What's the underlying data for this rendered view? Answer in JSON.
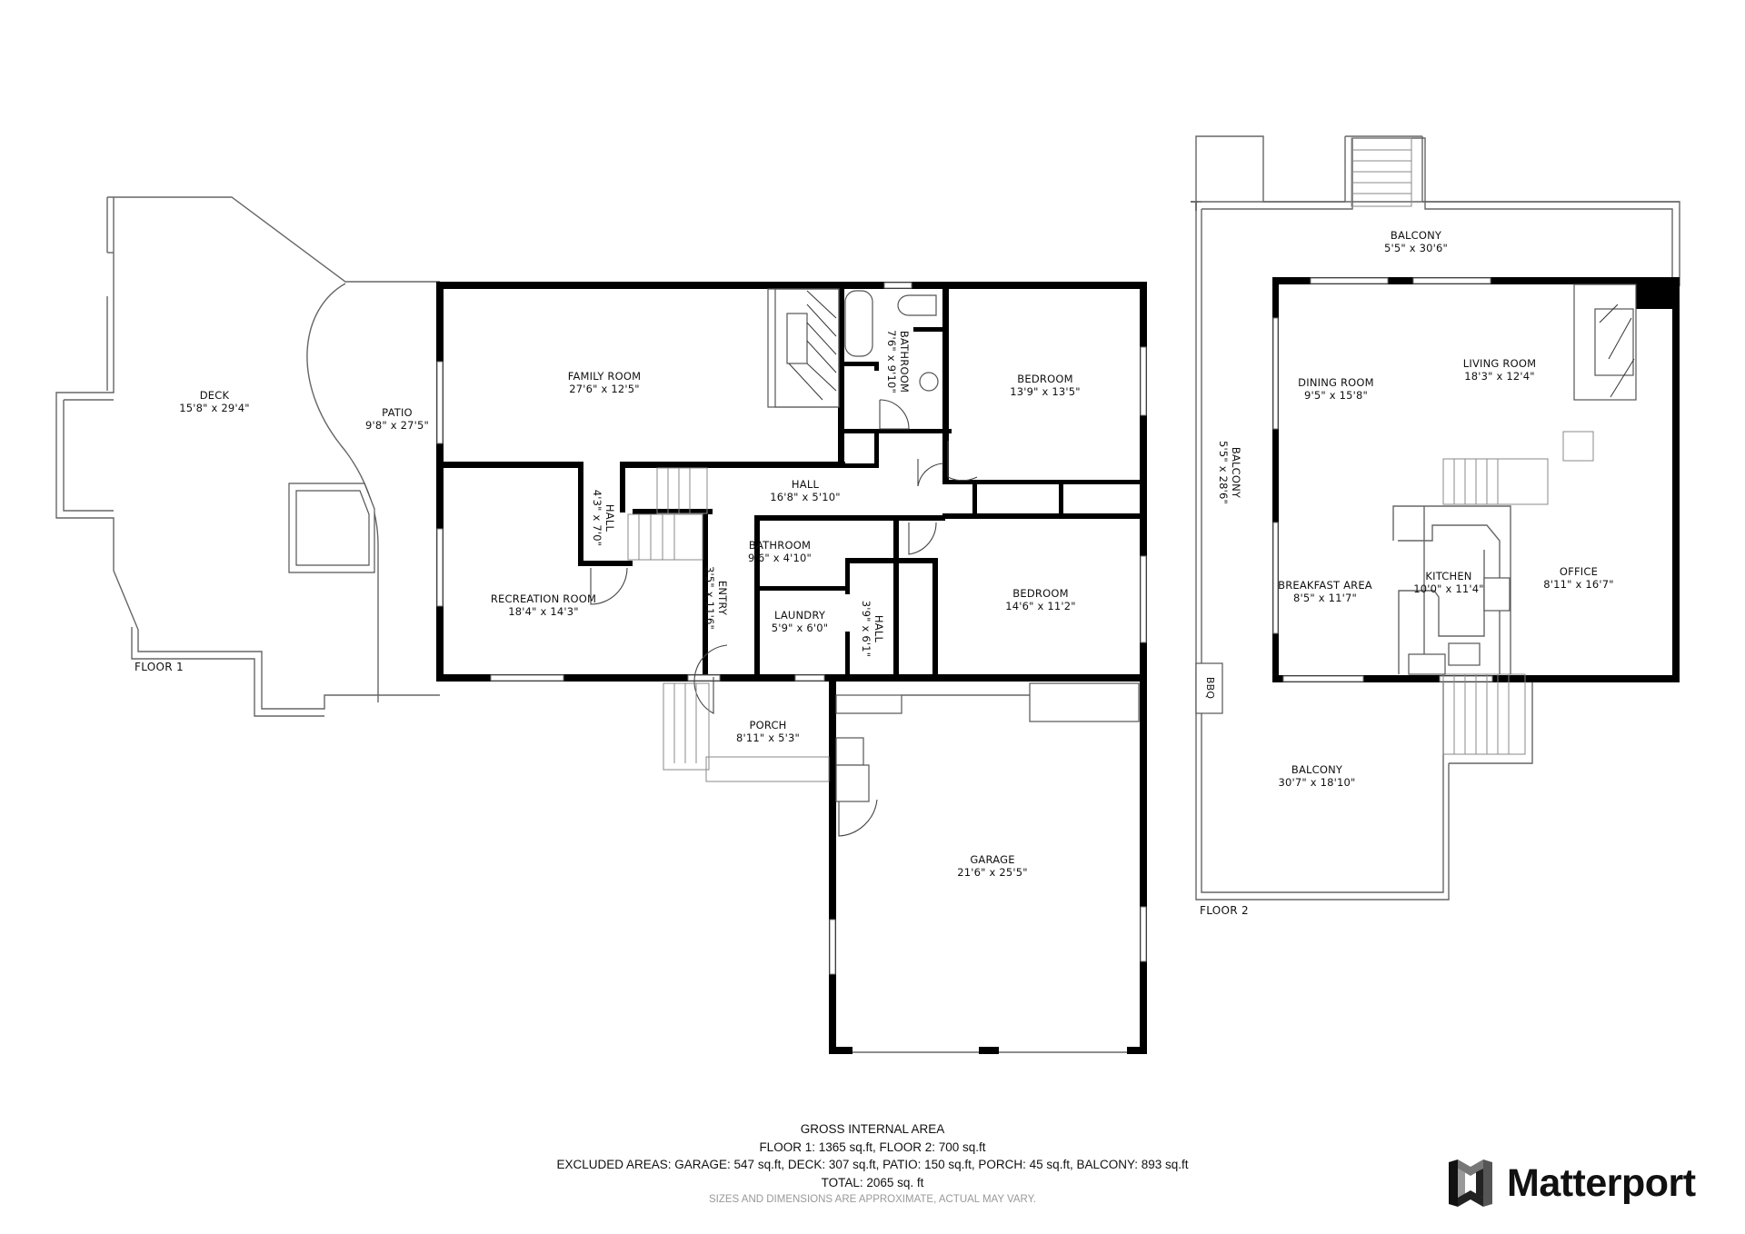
{
  "floor1": {
    "label": "FLOOR 1",
    "rooms": [
      {
        "name": "DECK",
        "dims": "15'8\" x 29'4\""
      },
      {
        "name": "PATIO",
        "dims": "9'8\" x 27'5\""
      },
      {
        "name": "FAMILY ROOM",
        "dims": "27'6\" x 12'5\""
      },
      {
        "name": "BATHROOM",
        "dims": "7'6\" x 9'10\""
      },
      {
        "name": "BEDROOM",
        "dims": "13'9\" x 13'5\""
      },
      {
        "name": "HALL",
        "dims": "16'8\" x 5'10\""
      },
      {
        "name": "HALL",
        "dims": "4'3\" x 7'0\""
      },
      {
        "name": "RECREATION ROOM",
        "dims": "18'4\" x 14'3\""
      },
      {
        "name": "ENTRY",
        "dims": "3'5\" x 11'6\""
      },
      {
        "name": "BATHROOM",
        "dims": "9'6\" x 4'10\""
      },
      {
        "name": "LAUNDRY",
        "dims": "5'9\" x 6'0\""
      },
      {
        "name": "HALL",
        "dims": "3'9\" x 6'1\""
      },
      {
        "name": "BEDROOM",
        "dims": "14'6\" x 11'2\""
      },
      {
        "name": "PORCH",
        "dims": "8'11\" x 5'3\""
      },
      {
        "name": "GARAGE",
        "dims": "21'6\" x 25'5\""
      }
    ]
  },
  "floor2": {
    "label": "FLOOR 2",
    "rooms": [
      {
        "name": "BALCONY",
        "dims": "5'5\" x 30'6\""
      },
      {
        "name": "BALCONY",
        "dims": "5'5\" x 28'6\""
      },
      {
        "name": "DINING ROOM",
        "dims": "9'5\" x 15'8\""
      },
      {
        "name": "LIVING ROOM",
        "dims": "18'3\" x 12'4\""
      },
      {
        "name": "BREAKFAST AREA",
        "dims": "8'5\" x 11'7\""
      },
      {
        "name": "KITCHEN",
        "dims": "10'0\" x 11'4\""
      },
      {
        "name": "OFFICE",
        "dims": "8'11\" x 16'7\""
      },
      {
        "name": "BALCONY",
        "dims": "30'7\" x 18'10\""
      }
    ],
    "fixtures": {
      "bbq": "BBQ"
    }
  },
  "summary": {
    "title": "GROSS INTERNAL AREA",
    "floors": "FLOOR 1: 1365 sq.ft, FLOOR 2: 700 sq.ft",
    "excluded": "EXCLUDED AREAS: GARAGE: 547 sq.ft, DECK: 307 sq.ft, PATIO: 150 sq.ft, PORCH: 45 sq.ft, BALCONY: 893 sq.ft",
    "total": "TOTAL: 2065 sq. ft",
    "disclaimer": "SIZES AND DIMENSIONS ARE APPROXIMATE, ACTUAL MAY VARY."
  },
  "brand": {
    "name": "Matterport",
    "logo_icon": "matterport-logo-icon"
  }
}
